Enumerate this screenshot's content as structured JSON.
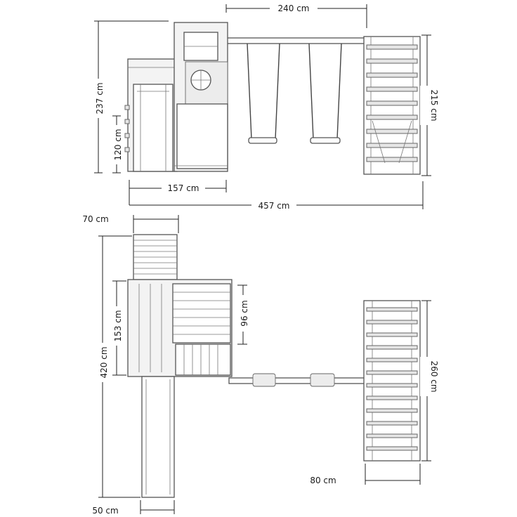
{
  "dimensions": {
    "front_top_width": "240 cm",
    "front_left_height": "237 cm",
    "front_right_height": "215 cm",
    "front_inner_height": "120 cm",
    "front_tower_width": "157 cm",
    "front_total_width": "457 cm",
    "top_chute_width": "70 cm",
    "top_total_length": "420 cm",
    "top_tower_depth": "153 cm",
    "top_wall_width": "96 cm",
    "top_net_length": "260 cm",
    "top_net_width": "80 cm",
    "top_slide_width": "50 cm"
  }
}
